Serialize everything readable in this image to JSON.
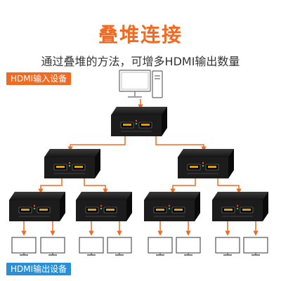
{
  "header": {
    "title": "叠堆连接",
    "subtitle": "通过叠堆的方法，可增多HDMI输出数量"
  },
  "labels": {
    "input_devices": "HDMI输入设备",
    "output_devices": "HDMI输出设备"
  },
  "colors": {
    "accent": "#f26a22",
    "output_tag": "#2a8fd6",
    "splitter_body": "#1c1c1c"
  },
  "icons": {
    "source": "desktop-computer-icon",
    "splitter": "hdmi-splitter-1x2-icon",
    "display": "monitor-icon"
  }
}
